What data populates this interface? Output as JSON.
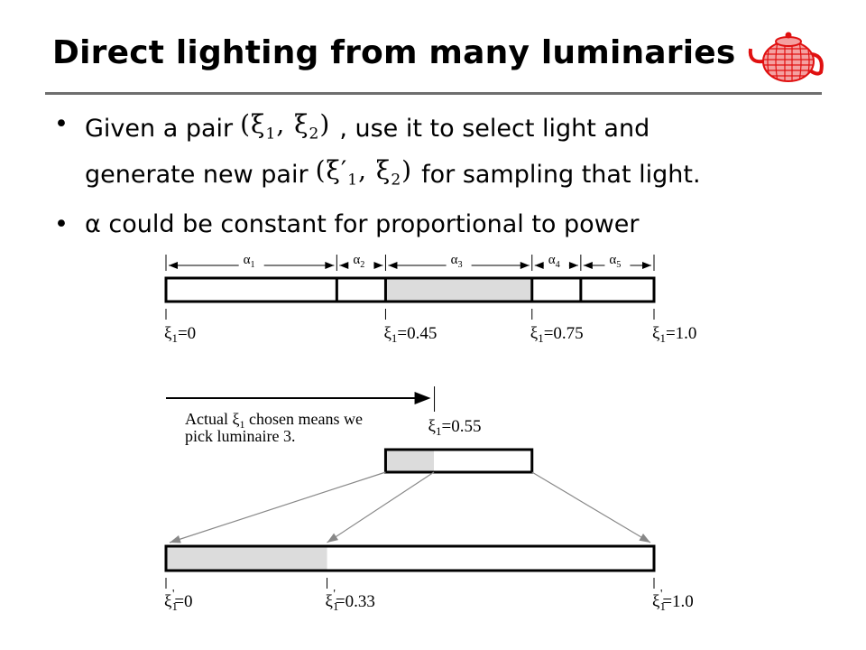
{
  "slide": {
    "title": "Direct lighting from many luminaries",
    "bullets": [
      {
        "line1": {
          "pre": "Given a pair",
          "math": "(ξ1, ξ2)",
          "post": ", use it to select light and"
        },
        "line2": {
          "pre": "generate new pair",
          "math": "(ξ'1, ξ2)",
          "post": "for sampling that light."
        }
      },
      {
        "text": "α could be constant for proportional to power"
      }
    ]
  },
  "diagram": {
    "segment_labels": [
      "α1",
      "α2",
      "α3",
      "α4",
      "α5"
    ],
    "top_bar": {
      "boundaries": [
        0,
        0.35,
        0.45,
        0.75,
        0.85,
        1.0
      ],
      "highlight": [
        0.45,
        0.75
      ],
      "tick_labels": [
        {
          "value": 0,
          "text": "ξ1=0"
        },
        {
          "value": 0.45,
          "text": "ξ1=0.45"
        },
        {
          "value": 0.75,
          "text": "ξ1=0.75"
        },
        {
          "value": 1.0,
          "text": "ξ1=1.0"
        }
      ]
    },
    "chosen": {
      "value": 0.55,
      "label": "ξ1=0.55",
      "caption_line1": "Actual ξ1 chosen means we",
      "caption_line2": "pick luminaire 3."
    },
    "middle_bar": {
      "highlight_fraction": 0.33
    },
    "bottom_bar": {
      "highlight": [
        0,
        0.33
      ],
      "tick_labels": [
        {
          "value": 0,
          "text": "ξ'1=0"
        },
        {
          "value": 0.33,
          "text": "ξ'1=0.33"
        },
        {
          "value": 1.0,
          "text": "ξ'1=1.0"
        }
      ]
    },
    "colors": {
      "highlight": "#dcdcdc",
      "stroke": "#000000",
      "arrow_gray": "#888888",
      "teapot": "#e01010"
    }
  }
}
